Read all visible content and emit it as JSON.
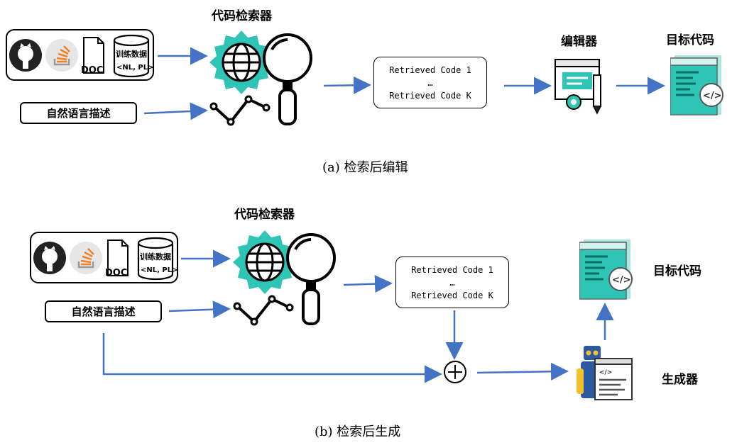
{
  "colors": {
    "arrow": "#4472c4",
    "teal": "#2ec4b6",
    "dark": "#111111"
  },
  "panel_a": {
    "retriever_label": "代码检索器",
    "editor_label": "编辑器",
    "target_label": "目标代码",
    "nl_label": "自然语言描述",
    "doc_label": "DOC",
    "db_label": "训练数据",
    "db_sub": "<NL, PL>",
    "retrieved_first": "Retrieved Code 1",
    "retrieved_dots": "…",
    "retrieved_last": "Retrieved Code K",
    "caption": "(a)  检索后编辑"
  },
  "panel_b": {
    "retriever_label": "代码检索器",
    "generator_label": "生成器",
    "target_label": "目标代码",
    "nl_label": "自然语言描述",
    "doc_label": "DOC",
    "db_label": "训练数据",
    "db_sub": "<NL, PL>",
    "retrieved_first": "Retrieved Code 1",
    "retrieved_dots": "…",
    "retrieved_last": "Retrieved Code K",
    "caption": "(b)  检索后生成"
  },
  "icons": [
    "github-icon",
    "stackoverflow-icon",
    "doc-icon",
    "database-icon",
    "globe-gear-icon",
    "magnifier-icon",
    "trend-line-icon",
    "editor-icon",
    "code-file-icon",
    "robot-icon",
    "plus-circle-icon"
  ]
}
